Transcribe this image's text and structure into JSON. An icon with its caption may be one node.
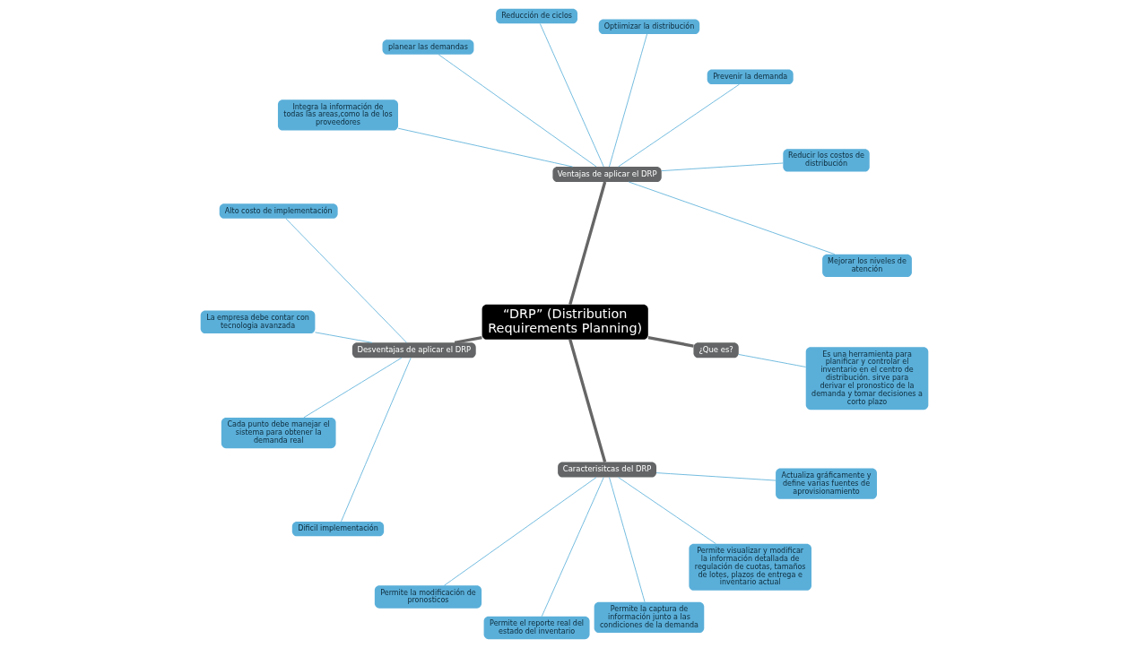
{
  "diagram": {
    "nodes": [
      {
        "text": [
          "“DRP” (Distribution Requirements Planning)"
        ]
      },
      {
        "text": [
          "Ventajas de aplicar el DRP"
        ]
      },
      {
        "text": [
          "Mejorar los niveles de atención"
        ]
      },
      {
        "text": [
          "Reducir los costos de distribución"
        ]
      },
      {
        "text": [
          "Prevenir la demanda"
        ]
      },
      {
        "text": [
          "Optiimizar la distribución"
        ]
      },
      {
        "text": [
          "Reducción de ciclos"
        ]
      },
      {
        "text": [
          "planear las demandas"
        ]
      },
      {
        "text": [
          "Integra la información de todas las areas,como la de los proveedores"
        ]
      },
      {
        "text": [
          "Desventajas de aplicar el DRP"
        ]
      },
      {
        "text": [
          "Alto costo de implementación"
        ]
      },
      {
        "text": [
          "La empresa debe contar con tecnologia avanzada"
        ]
      },
      {
        "text": [
          "Cada punto debe manejar el sistema para obtener la demanda real"
        ]
      },
      {
        "text": [
          "Dificil implementación"
        ]
      },
      {
        "text": [
          "Caracterisitcas del DRP"
        ]
      },
      {
        "text": [
          "Permite la modificación de pronosticos"
        ]
      },
      {
        "text": [
          "Permite el reporte real del estado del inventario"
        ]
      },
      {
        "text": [
          "Permite la captura de información junto a las condiciones de la demanda"
        ]
      },
      {
        "text": [
          "Permite visualizar y modificar la información detallada de regulación de cuotas, tamaños de lotes, plazos de entrega e inventario actual"
        ]
      },
      {
        "text": [
          "Actualiza gráficamente y define varias fuentes de aprovisionamiento"
        ]
      },
      {
        "text": [
          "¿Que es?"
        ]
      },
      {
        "text": [
          "Es una herramienta para planificar y controlar el inventario en el centro de distribución. sirve para derivar el pronostico de la demanda y tomar decisiones a corto plazo"
        ]
      }
    ],
    "edges": [
      {
        "from": 0,
        "to": 1,
        "arrow": "none",
        "style": "thick",
        "color": "#666666"
      },
      {
        "from": 1,
        "to": 2,
        "arrow": "none"
      },
      {
        "from": 1,
        "to": 3,
        "arrow": "none"
      },
      {
        "from": 1,
        "to": 4,
        "arrow": "none"
      },
      {
        "from": 1,
        "to": 5,
        "arrow": "none"
      },
      {
        "from": 1,
        "to": 6,
        "arrow": "none"
      },
      {
        "from": 1,
        "to": 7,
        "arrow": "none"
      },
      {
        "from": 1,
        "to": 8,
        "arrow": "none"
      },
      {
        "from": 0,
        "to": 9,
        "arrow": "none",
        "style": "thick",
        "color": "#666666"
      },
      {
        "from": 9,
        "to": 10,
        "arrow": "none"
      },
      {
        "from": 9,
        "to": 11,
        "arrow": "none"
      },
      {
        "from": 9,
        "to": 12,
        "arrow": "none"
      },
      {
        "from": 9,
        "to": 13,
        "arrow": "none"
      },
      {
        "from": 0,
        "to": 14,
        "arrow": "none",
        "style": "thick",
        "color": "#666666"
      },
      {
        "from": 14,
        "to": 15,
        "arrow": "none"
      },
      {
        "from": 14,
        "to": 16,
        "arrow": "none"
      },
      {
        "from": 14,
        "to": 17,
        "arrow": "none"
      },
      {
        "from": 14,
        "to": 18,
        "arrow": "none"
      },
      {
        "from": 14,
        "to": 19,
        "arrow": "none"
      },
      {
        "from": 0,
        "to": 20,
        "arrow": "none",
        "style": "thick",
        "color": "#666666"
      },
      {
        "from": 20,
        "to": 21,
        "arrow": "none"
      }
    ]
  }
}
